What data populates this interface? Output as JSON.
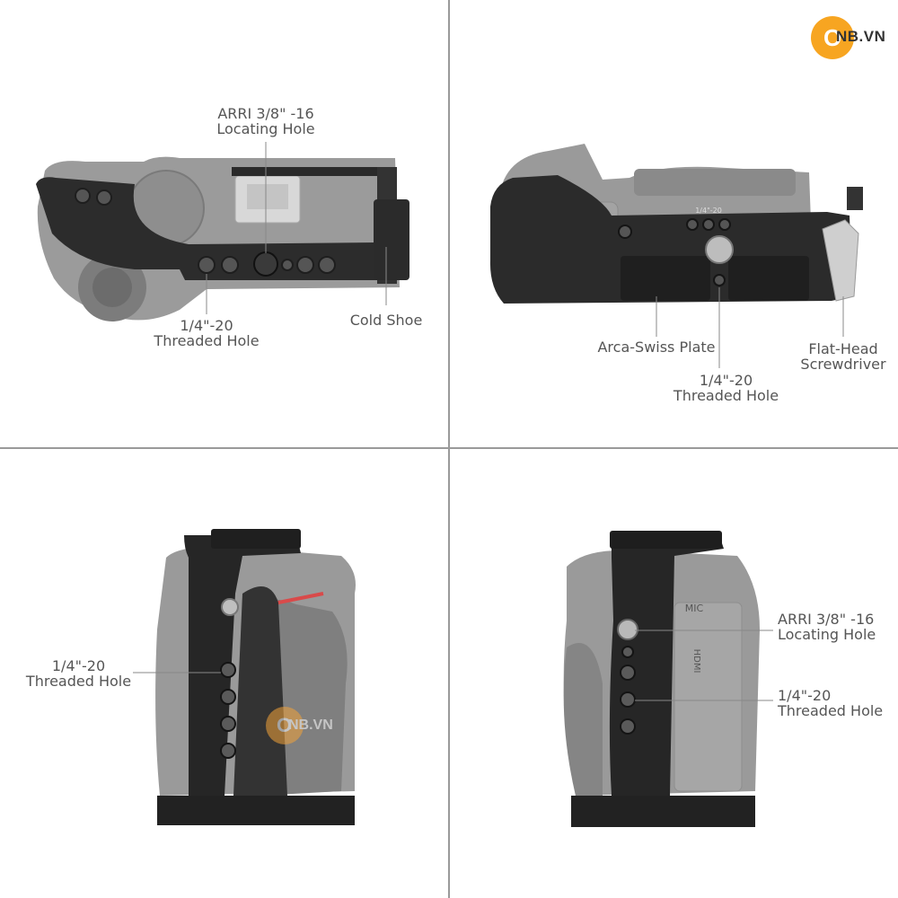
{
  "brand": {
    "logo_initial": "O",
    "logo_text": "NB.VN",
    "watermark_text": "NB.VN",
    "accent_color": "#f7a521"
  },
  "panels": {
    "top_left": {
      "labels": {
        "locating_hole": [
          "ARRI 3/8\" -16",
          "Locating Hole"
        ],
        "threaded_hole": [
          "1/4\"-20",
          "Threaded Hole"
        ],
        "cold_shoe": [
          "Cold Shoe"
        ]
      }
    },
    "top_right": {
      "engraving": "1/4\"-20",
      "labels": {
        "arca_swiss": [
          "Arca-Swiss Plate"
        ],
        "threaded_hole": [
          "1/4\"-20",
          "Threaded Hole"
        ],
        "screwdriver": [
          "Flat-Head",
          "Screwdriver"
        ]
      }
    },
    "bottom_left": {
      "labels": {
        "threaded_hole": [
          "1/4\"-20",
          "Threaded Hole"
        ]
      }
    },
    "bottom_right": {
      "port_labels": {
        "mic": "MIC",
        "hdmi": "HDMI"
      },
      "labels": {
        "locating_hole": [
          "ARRI 3/8\" -16",
          "Locating Hole"
        ],
        "threaded_hole": [
          "1/4\"-20",
          "Threaded Hole"
        ]
      }
    }
  }
}
